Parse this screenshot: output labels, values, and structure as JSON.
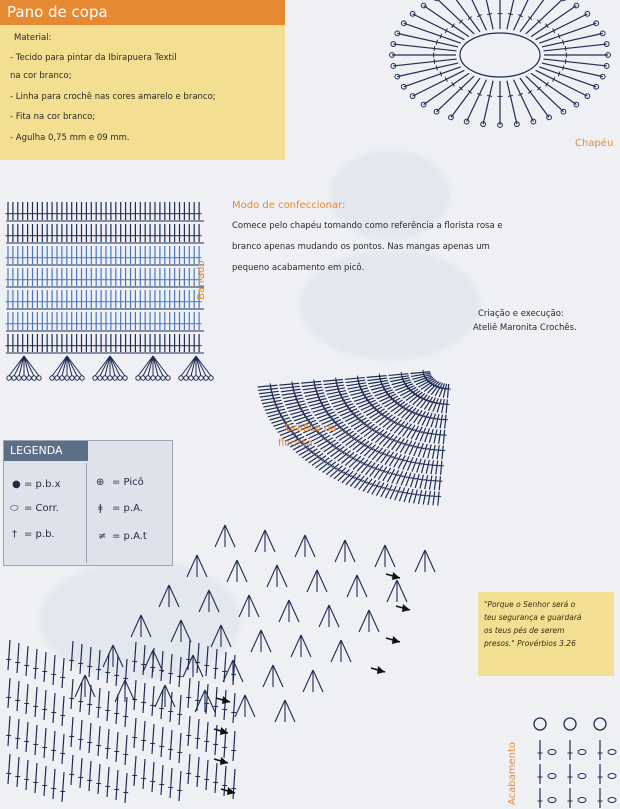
{
  "material": {
    "title": "Pano de copa",
    "heading": "Material:",
    "lines": [
      "- Tecido para pintar da Ibirapuera Textil",
      "na cor branco;",
      "- Linha para crochê nas cores amarelo e branco;",
      "- Fita na cor branco;",
      "- Agulha 0,75 mm e 09 mm."
    ]
  },
  "labels": {
    "chapeu": "Chapéu",
    "barrado": "Barrado",
    "grafico_line1": "Gráfico da",
    "grafico_line2": "florista",
    "acabamento": "Acabamento"
  },
  "instructions": {
    "heading": "Modo de confeccionar:",
    "line1": "Comece pelo chapéu tomando como referência a florista rosa e",
    "line2": "branco apenas mudando os pontos. Nas mangas apenas um",
    "line3": "pequeno acabamento em picô."
  },
  "credit": {
    "line1": "Criação e execução:",
    "line2": "Ateliê Maronita Crochês."
  },
  "legend": {
    "title": "LEGENDA",
    "items": [
      "= p.b.x",
      "= Corr.",
      "= p.b.",
      "= Picô",
      "= p.A.",
      "= p.A.t"
    ]
  },
  "quote": {
    "line1": "\"Porque o Senhor será o",
    "line2": "teu segurança e guardará",
    "line3": "os teus pés de serem",
    "line4": "presos.\"",
    "ref": "Provérbios 3.26"
  },
  "colors": {
    "accent_orange": "#e58a33",
    "note_yellow": "#f2df92",
    "ink": "#1e2d52",
    "blue_stitch": "#4a78c0",
    "legend_header": "#5d6f86"
  }
}
